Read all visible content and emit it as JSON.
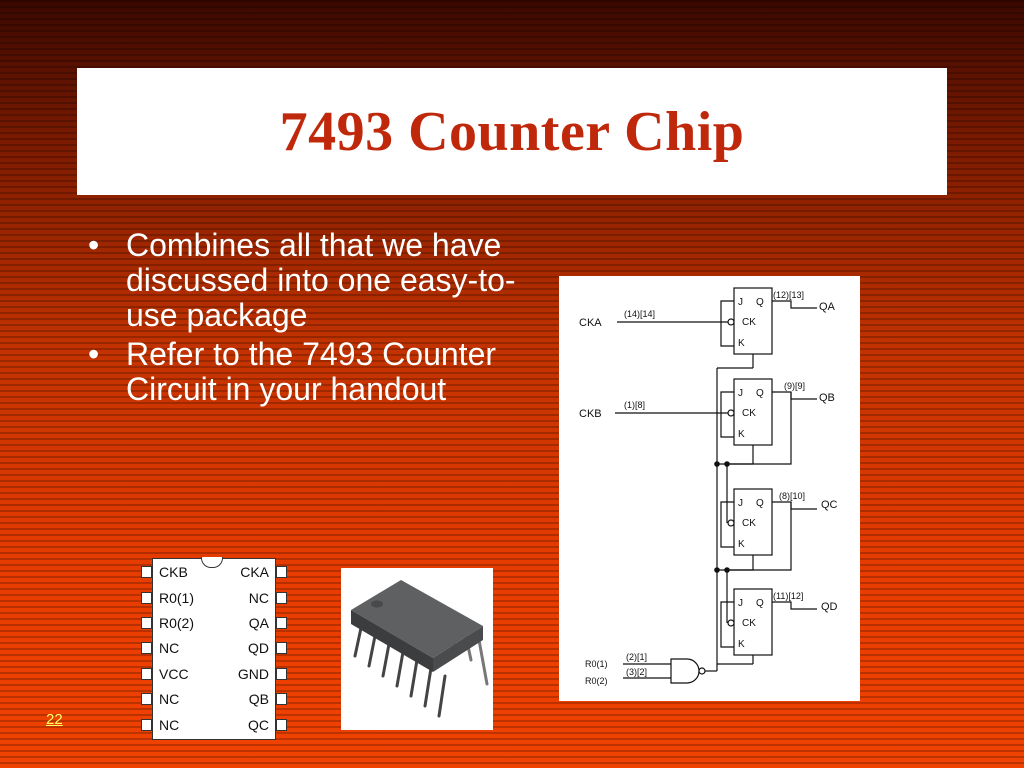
{
  "slide": {
    "title": "7493 Counter Chip",
    "number": "22"
  },
  "bullets": [
    "Combines all that we have discussed into one easy-to-use package",
    "Refer to the 7493 Counter Circuit in your handout"
  ],
  "pinout": {
    "rows": [
      {
        "left": "CKB",
        "right": "CKA"
      },
      {
        "left": "R0(1)",
        "right": "NC"
      },
      {
        "left": "R0(2)",
        "right": "QA"
      },
      {
        "left": "NC",
        "right": "QD"
      },
      {
        "left": "VCC",
        "right": "GND"
      },
      {
        "left": "NC",
        "right": "QB"
      },
      {
        "left": "NC",
        "right": "QC"
      }
    ]
  },
  "circuit": {
    "inputs": {
      "cka": "CKA",
      "ckb": "CKB",
      "r01": "R0(1)",
      "r02": "R0(2)"
    },
    "input_pins": {
      "cka": "(14)[14]",
      "ckb": "(1)[8]",
      "r01": "(2)[1]",
      "r02": "(3)[2]"
    },
    "flipflops": [
      {
        "j": "J",
        "q": "Q",
        "ck": "CK",
        "k": "K",
        "pins": "(12)[13]",
        "output": "QA"
      },
      {
        "j": "J",
        "q": "Q",
        "ck": "CK",
        "k": "K",
        "pins": "(9)[9]",
        "output": "QB"
      },
      {
        "j": "J",
        "q": "Q",
        "ck": "CK",
        "k": "K",
        "pins": "(8)[10]",
        "output": "QC"
      },
      {
        "j": "J",
        "q": "Q",
        "ck": "CK",
        "k": "K",
        "pins": "(11)[12]",
        "output": "QD"
      }
    ]
  }
}
